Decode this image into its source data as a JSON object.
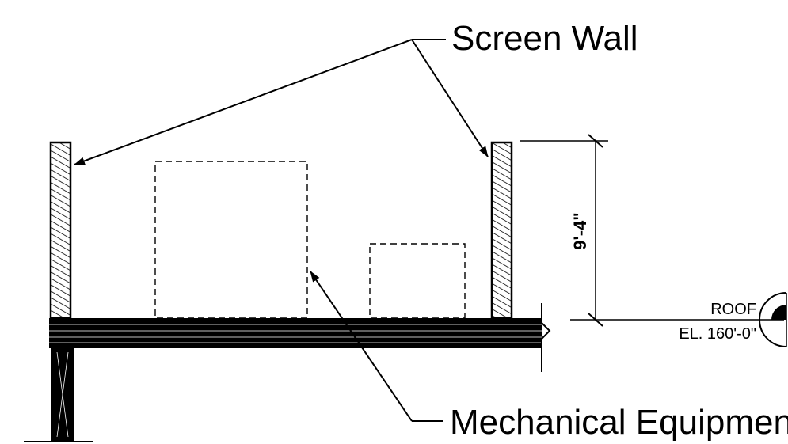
{
  "diagram": {
    "labels": {
      "screen_wall": "Screen Wall",
      "mechanical_equipment": "Mechanical Equipment",
      "dimension": "9'-4\"",
      "roof": "ROOF",
      "elevation": "EL. 160'-0\""
    },
    "colors": {
      "line": "#000000",
      "background": "#ffffff"
    }
  }
}
